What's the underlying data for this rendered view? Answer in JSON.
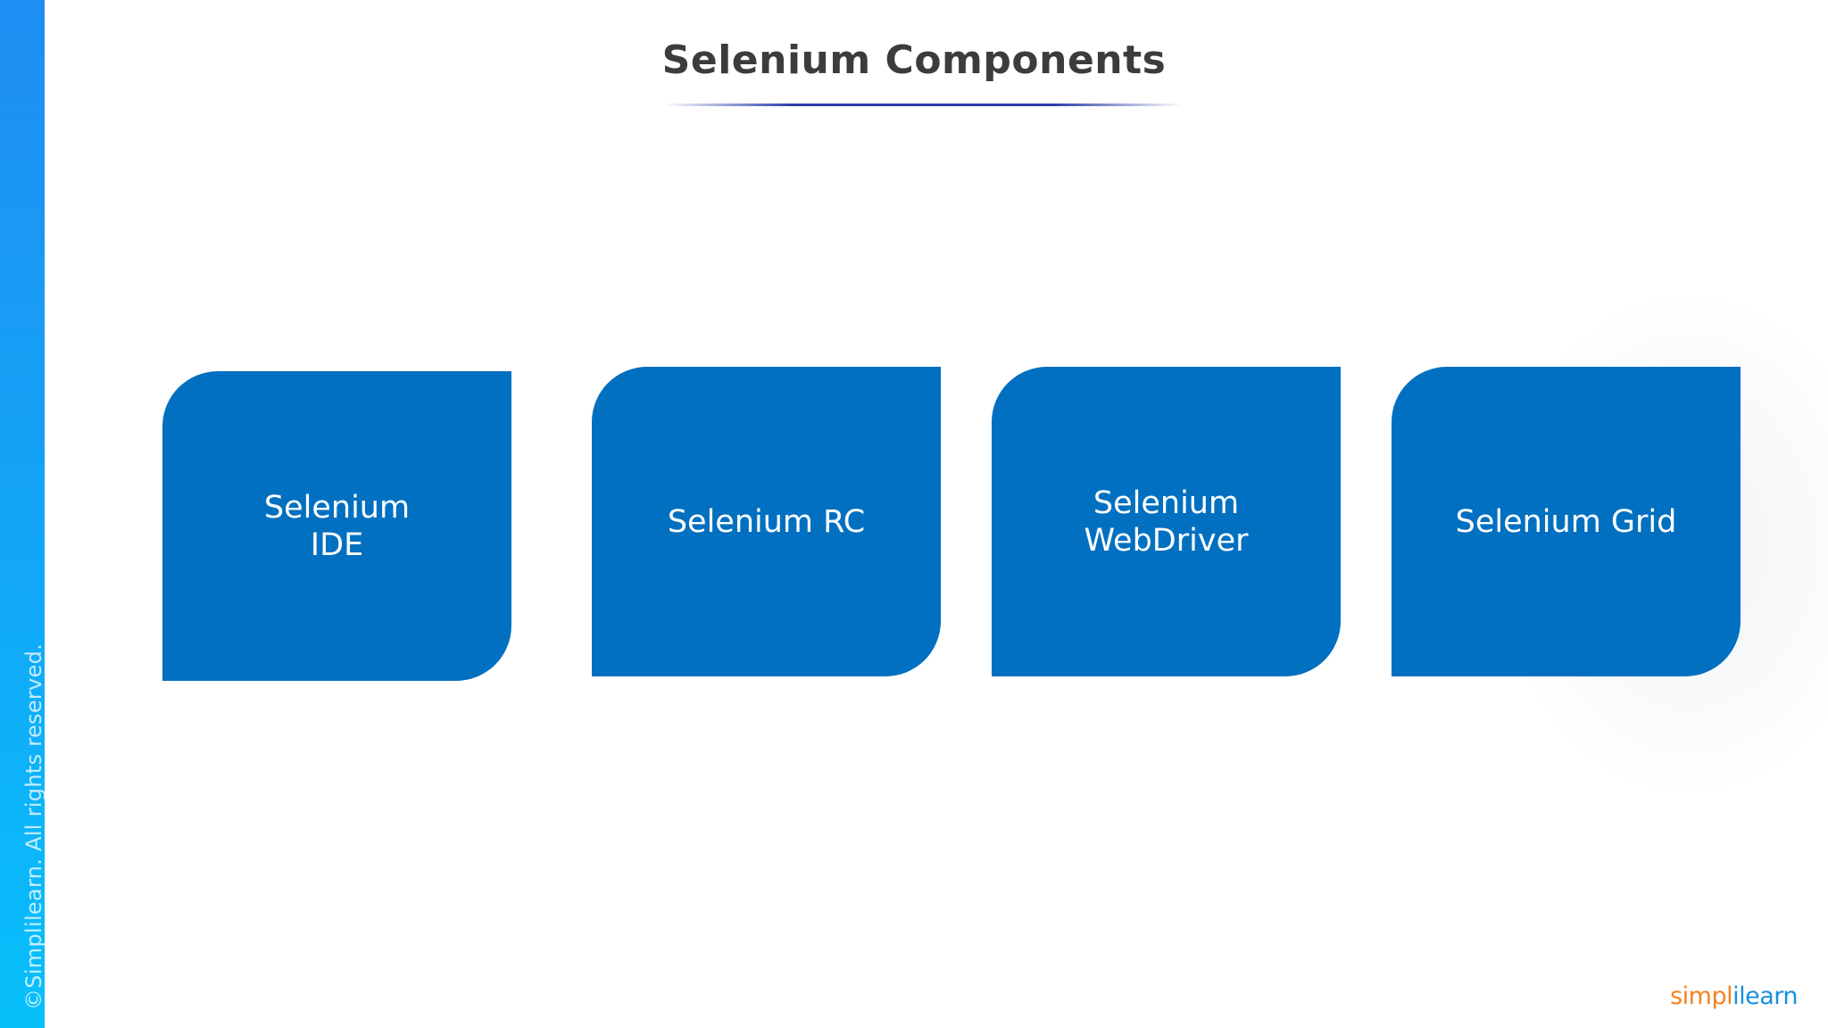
{
  "slide": {
    "title": "Selenium Components",
    "copyright": "©Simplilearn. All rights reserved.",
    "logo": {
      "part1": "simpl",
      "part2": "ilearn"
    },
    "colors": {
      "card": "#0270c1",
      "title": "#3c3c3c",
      "accent_rule": "#2b3ea8",
      "logo_orange": "#f58220",
      "logo_blue": "#1a8fe0"
    }
  },
  "components": [
    {
      "label": "Selenium IDE"
    },
    {
      "label": "Selenium RC"
    },
    {
      "label": "Selenium WebDriver"
    },
    {
      "label": "Selenium Grid"
    }
  ]
}
